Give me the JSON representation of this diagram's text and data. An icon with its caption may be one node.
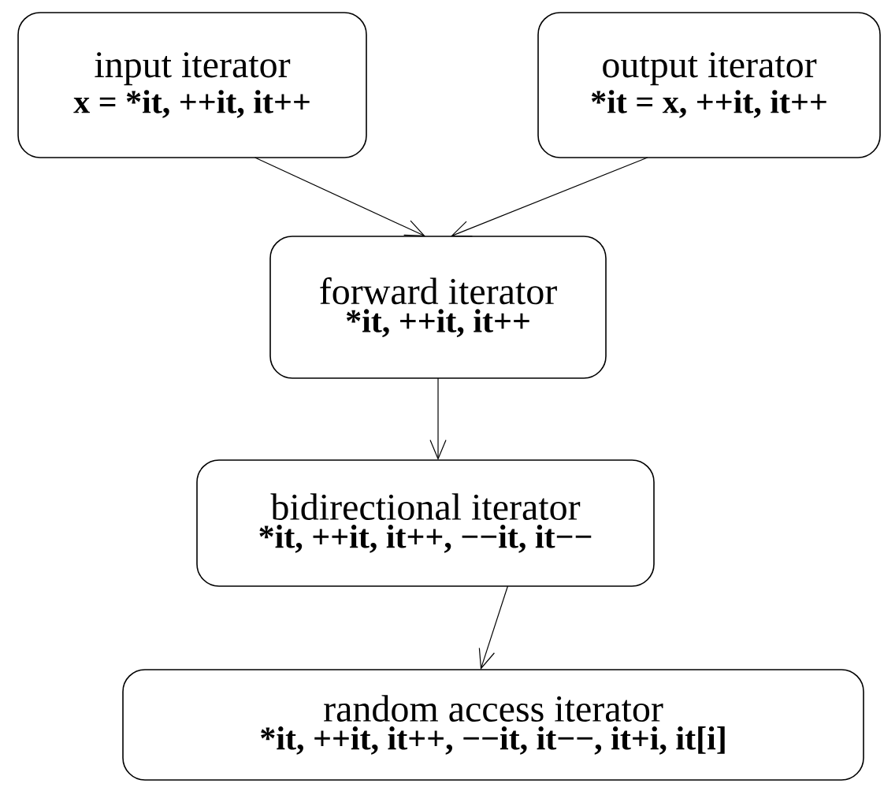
{
  "diagram": {
    "nodes": [
      {
        "text": [
          "input iterator",
          "x = *it, ++it, it++"
        ]
      },
      {
        "text": [
          "output iterator",
          "*it = x, ++it, it++"
        ]
      },
      {
        "text": [
          "forward iterator",
          "*it, ++it, it++"
        ]
      },
      {
        "text": [
          "bidirectional iterator",
          "*it, ++it, it++, −−it, it−−"
        ]
      },
      {
        "text": [
          "random access iterator",
          "*it, ++it, it++, −−it, it−−, it+i, it[i]"
        ]
      }
    ],
    "edges": [
      {
        "from": 0,
        "to": 2,
        "arrow": "to"
      },
      {
        "from": 1,
        "to": 2,
        "arrow": "to"
      },
      {
        "from": 2,
        "to": 3,
        "arrow": "to"
      },
      {
        "from": 3,
        "to": 4,
        "arrow": "to"
      }
    ]
  }
}
